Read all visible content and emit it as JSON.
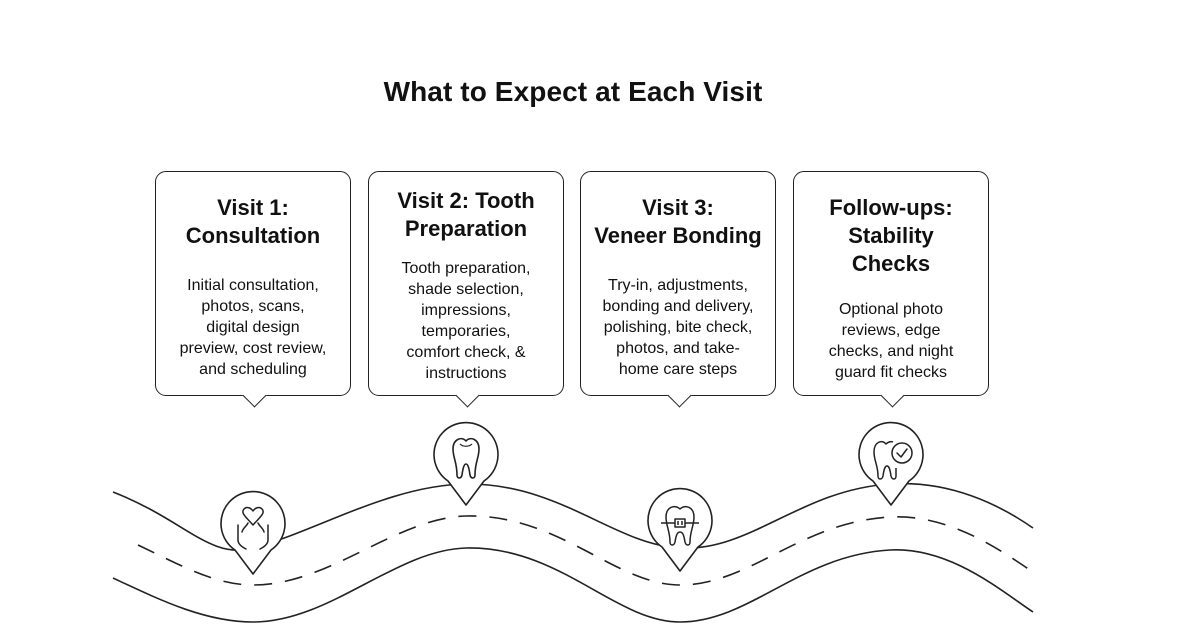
{
  "title": "What to Expect at Each Visit",
  "visits": [
    {
      "title": "Visit 1:\nConsultation",
      "body": "Initial consultation,\nphotos, scans,\ndigital design\npreview, cost review,\nand scheduling",
      "icon": "hands-heart-icon"
    },
    {
      "title": "Visit 2: Tooth\nPreparation",
      "body": "Tooth preparation,\nshade selection,\nimpressions,\ntemporaries,\ncomfort check, &\ninstructions",
      "icon": "tooth-icon"
    },
    {
      "title": "Visit 3:\nVeneer Bonding",
      "body": "Try-in, adjustments,\nbonding and delivery,\npolishing, bite check,\nphotos, and take-\nhome care steps",
      "icon": "braces-tooth-icon"
    },
    {
      "title": "Follow-ups:\nStability\nChecks",
      "body": "Optional photo\nreviews, edge\nchecks, and night\nguard fit checks",
      "icon": "tooth-check-icon"
    }
  ]
}
